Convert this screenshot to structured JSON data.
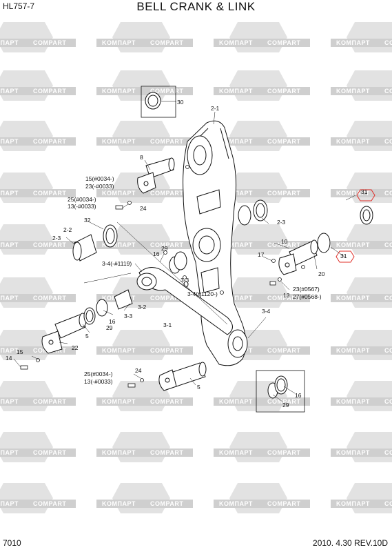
{
  "header": {
    "model": "HL757-7",
    "title": "BELL CRANK & LINK"
  },
  "footer": {
    "page": "7010",
    "date_rev": "2010. 4.30  REV.10D"
  },
  "watermark": {
    "left_text": "KOMПАРТ",
    "right_text": "COMPART"
  },
  "callouts": {
    "c30": "30",
    "c2_1": "2-1",
    "c8": "8",
    "c15": "15(#0034-)",
    "c23": "23(-#0033)",
    "c25a": "25(#0034-)",
    "c13a": "13(-#0033)",
    "c24a": "24",
    "c32": "32",
    "c2_2": "2-2",
    "c2_3a": "2-3",
    "c29a": "29",
    "c16a": "16",
    "c3_4a": "3-4(-#1119)",
    "c3_3a": "3-3",
    "c3_4b": "3-4(#1120-)",
    "c3_2": "3-2",
    "c16b": "16",
    "c3_3b": "3-3",
    "c29b": "29",
    "c5a": "5",
    "c22": "22",
    "c15b": "15",
    "c14": "14",
    "c3_1": "3-1",
    "c3_4c": "3-4",
    "c2_3b": "2-3",
    "c31a": "31",
    "c31b": "31",
    "c10": "10",
    "c17": "17",
    "c20": "20",
    "c13b": "13",
    "c23b": "23(#0567)",
    "c27": "27(#0568-)",
    "c25b": "25(#0034-)",
    "c13c": "13(-#0033)",
    "c24b": "24",
    "c5b": "5",
    "c16c": "16",
    "c29c": "29"
  }
}
